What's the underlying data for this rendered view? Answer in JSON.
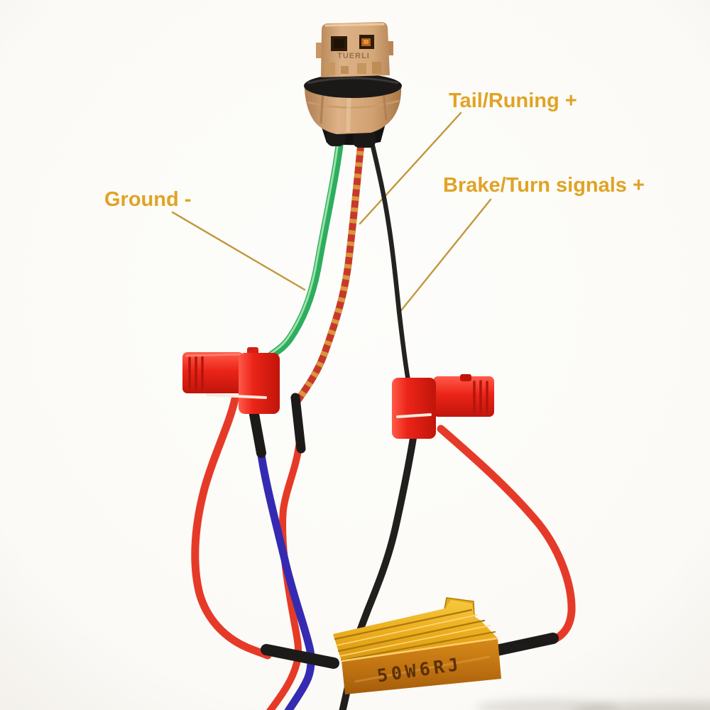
{
  "annotations": {
    "tail": {
      "label": "Tail/Runing +"
    },
    "brake": {
      "label": "Brake/Turn signals +"
    },
    "ground": {
      "label": "Ground -"
    }
  },
  "components": {
    "socket": {
      "marking": "TUERLI"
    },
    "resistor": {
      "marking": "50W6RJ"
    }
  },
  "colors": {
    "background": "#FBFAF7",
    "label_text": "#E1A325",
    "leader_line": "#C2983C",
    "wire_green": "#2EAD5E",
    "wire_green_stripe": "#A6E8B0",
    "wire_red": "#E63A28",
    "wire_red_stripe": "#D89C3E",
    "wire_blue": "#352BB2",
    "wire_black": "#211F1D",
    "connector_red": "#EB2418",
    "resistor_gold": "#E8A81B",
    "socket_tan": "#D2A87B"
  }
}
